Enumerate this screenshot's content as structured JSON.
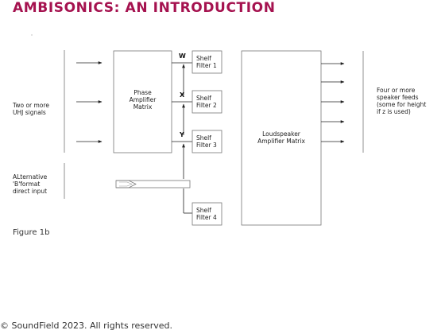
{
  "header": {
    "title": "AMBISONICS: AN INTRODUCTION"
  },
  "diagram": {
    "inputs": {
      "uhj_label": "Two or more\nUHJ signals",
      "bformat_label": "ALternative\n'B'format\ndirect input"
    },
    "blocks": {
      "phase_matrix": "Phase\nAmplifier\nMatrix",
      "shelf_filter_1": "Shelf\nFilter 1",
      "shelf_filter_2": "Shelf\nFilter 2",
      "shelf_filter_3": "Shelf\nFilter 3",
      "shelf_filter_4": "Shelf\nFilter 4",
      "loudspeaker_matrix": "Loudspeaker\nAmplifier Matrix"
    },
    "channels": {
      "w": "W",
      "x": "X",
      "y": "Y"
    },
    "outputs": {
      "label": "Four or more\nspeaker feeds\n(some for height\nif z is used)"
    }
  },
  "figure": {
    "label": "Figure 1b"
  },
  "footer": {
    "copyright": "© SoundField 2023. All rights reserved."
  },
  "colors": {
    "title": "#a5124f",
    "lines": "#777777"
  }
}
